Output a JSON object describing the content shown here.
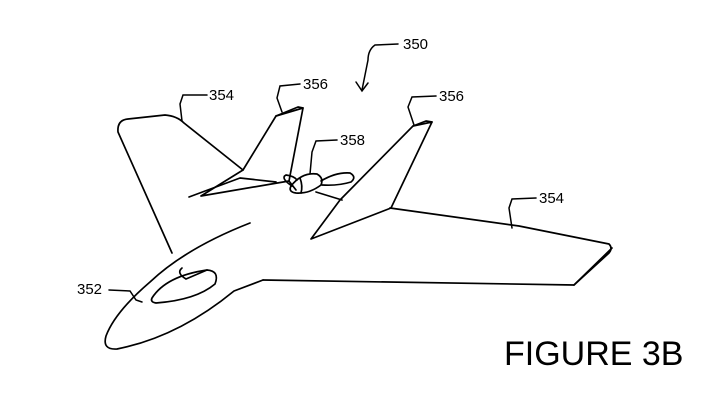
{
  "labels": {
    "assembly": "350",
    "fuselage": "352",
    "wing_left": "354",
    "wing_right": "354",
    "fin_left": "356",
    "fin_right": "356",
    "propeller": "358"
  },
  "caption": "FIGURE 3B"
}
